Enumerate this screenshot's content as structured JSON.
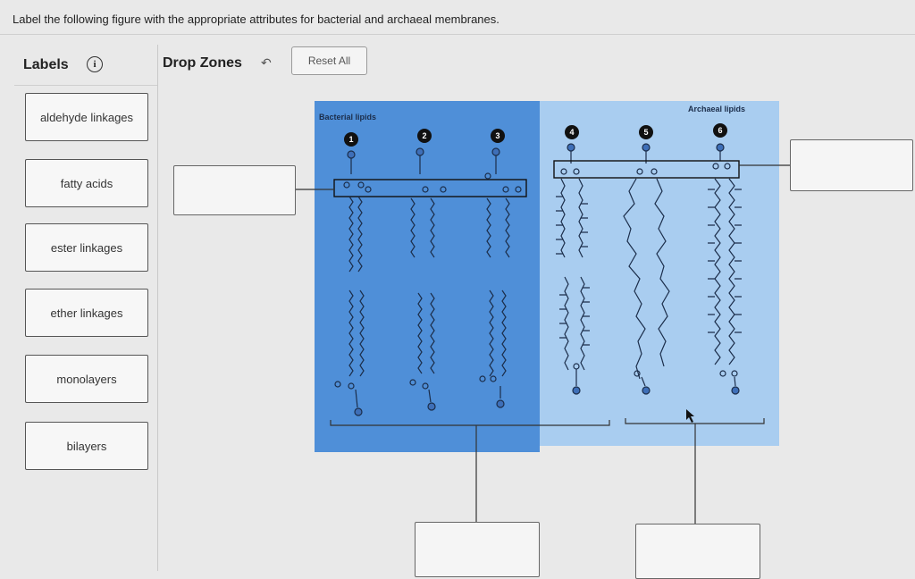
{
  "instruction": "Label the following figure with the appropriate attributes for bacterial and archaeal membranes.",
  "labels_panel": {
    "title": "Labels",
    "info_icon": "info-icon"
  },
  "drop_zones_panel": {
    "title": "Drop Zones",
    "undo_icon": "undo-icon",
    "reset_label": "Reset All"
  },
  "labels": [
    "aldehyde linkages",
    "fatty acids",
    "ester linkages",
    "ether linkages",
    "monolayers",
    "bilayers"
  ],
  "figure": {
    "bacterial_title": "Bacterial lipids",
    "archaeal_title": "Archaeal lipids",
    "numbers": [
      "1",
      "2",
      "3",
      "4",
      "5",
      "6"
    ],
    "colors": {
      "bacterial_bg": "#4f8fd8",
      "archaeal_bg": "#a9cdf0",
      "head": "#3e6fb8"
    }
  }
}
